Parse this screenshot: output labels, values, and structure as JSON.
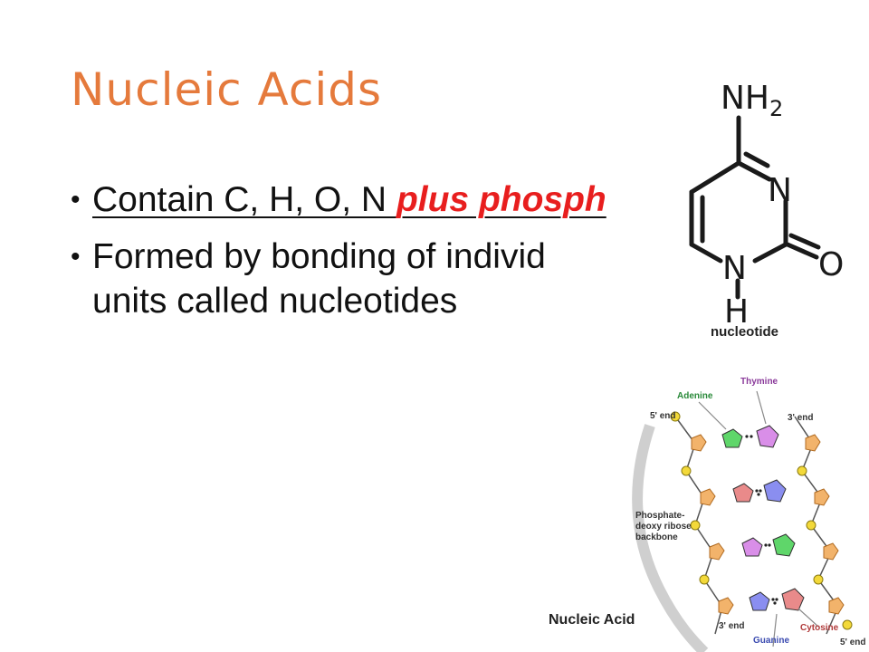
{
  "slide": {
    "title": "Nucleic Acids",
    "bullet1": {
      "underlined_text": "Contain C, H, O, N ",
      "highlight_text": "plus phosph"
    },
    "bullet2": {
      "line1": "Formed by bonding of individ",
      "line2": "units called nucleotides"
    },
    "colors": {
      "title": "#e57a3c",
      "highlight": "#e81e1e"
    }
  },
  "molecule": {
    "atom_nh2": "NH",
    "atom_nh2_sub": "2",
    "atom_n_ring": "N",
    "atom_o": "O",
    "atom_n_bottom": "N",
    "atom_h": "H",
    "caption": "nucleotide"
  },
  "nucleic_acid": {
    "caption": "Nucleic Acid",
    "labels": {
      "adenine": "Adenine",
      "thymine": "Thymine",
      "five_end_top": "5' end",
      "three_end_top": "3' end",
      "backbone_1": "Phosphate-",
      "backbone_2": "deoxy ribose",
      "backbone_3": "backbone",
      "guanine": "Guanine",
      "cytosine": "Cytosine",
      "three_end_bottom": "3' end",
      "five_end_bottom": "5' end"
    }
  }
}
